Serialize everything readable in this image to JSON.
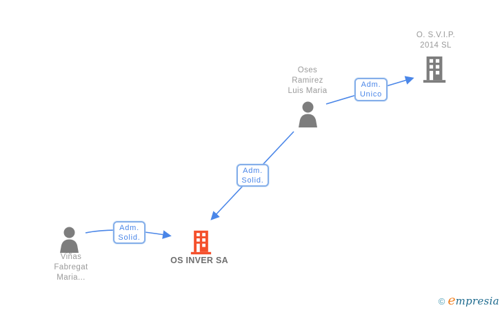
{
  "diagram": {
    "nodes": {
      "oses": {
        "type": "person",
        "line1": "Oses",
        "line2": "Ramirez",
        "line3": "Luis Maria"
      },
      "osvip": {
        "type": "company",
        "line1": "O. S.V.I.P.",
        "line2": "2014  SL"
      },
      "osinver": {
        "type": "company",
        "name": "OS INVER SA"
      },
      "vinas": {
        "type": "person",
        "line1": "Viñas",
        "line2": "Fabregat",
        "line3": "Maria..."
      }
    },
    "edges": {
      "oses_osvip": {
        "relation": "Adm. Unico",
        "line1": "Adm.",
        "line2": "Unico"
      },
      "oses_osinver": {
        "relation": "Adm. Solid.",
        "line1": "Adm.",
        "line2": "Solid."
      },
      "vinas_osinver": {
        "relation": "Adm. Solid.",
        "line1": "Adm.",
        "line2": "Solid."
      }
    },
    "colors": {
      "edge_blue": "#4a86e8",
      "label_box_border": "#84aee9",
      "node_gray": "#7d7d7d",
      "text_gray": "#9a9a9a",
      "company_name_gray": "#6f6f6f",
      "highlight_orange": "#f4502c"
    }
  },
  "footer": {
    "copyright_symbol": "©",
    "brand_first_letter": "e",
    "brand_rest": "mpresia"
  }
}
